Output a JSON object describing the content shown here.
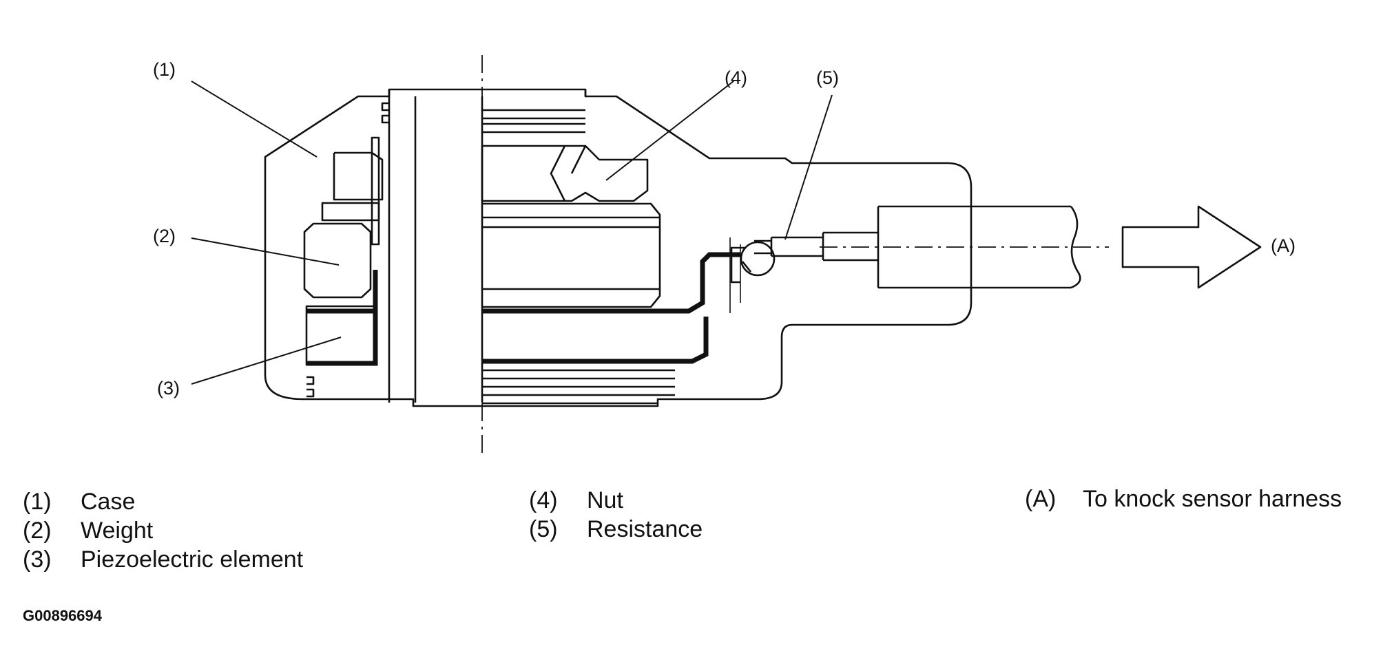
{
  "callouts": {
    "c1": "(1)",
    "c2": "(2)",
    "c3": "(3)",
    "c4": "(4)",
    "c5": "(5)",
    "cA": "(A)"
  },
  "legend": {
    "col1": [
      {
        "num": "(1)",
        "label": "Case"
      },
      {
        "num": "(2)",
        "label": "Weight"
      },
      {
        "num": "(3)",
        "label": "Piezoelectric element"
      }
    ],
    "col2": [
      {
        "num": "(4)",
        "label": "Nut"
      },
      {
        "num": "(5)",
        "label": "Resistance"
      }
    ],
    "col3": [
      {
        "num": "(A)",
        "label": "To knock sensor harness"
      }
    ]
  },
  "figure_code": "G00896694"
}
